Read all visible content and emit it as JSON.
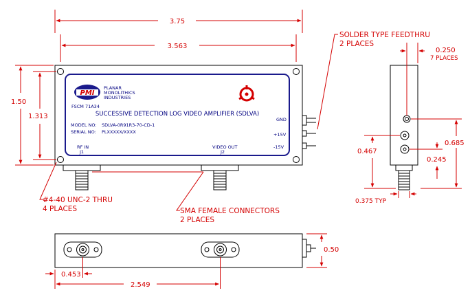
{
  "dimensions": {
    "overall_width": "3.75",
    "mounting_width": "3.563",
    "overall_height": "1.50",
    "mounting_height": "1.313",
    "feedthru_spacing": "0.250",
    "feedthru_spacing_places": "7 PLACES",
    "side_height_a": "0.685",
    "side_height_b": "0.467",
    "side_height_c": "0.245",
    "side_depth": "0.375 TYP",
    "bottom_height": "0.50",
    "j1_offset": "0.453",
    "j2_offset": "2.549"
  },
  "notes": {
    "feedthru_line1": "SOLDER TYPE FEEDTHRU",
    "feedthru_line2": "2 PLACES",
    "thru_line1": "#4-40 UNC-2 THRU",
    "thru_line2": "4 PLACES",
    "sma_line1": "SMA FEMALE CONNECTORS",
    "sma_line2": "2 PLACES"
  },
  "label": {
    "logo_text": "PMI",
    "company_line1": "PLANAR",
    "company_line2": "MONOLITHICS",
    "company_line3": "INDUSTRIES",
    "fscm": "FSCM 71A34",
    "product_title": "SUCCESSIVE DETECTION LOG VIDEO AMPLIFIER (SDLVA)",
    "model_label": "MODEL NO:",
    "model_value": "SDLVA-0R91R3-70-CD-1",
    "serial_label": "SERIAL NO:",
    "serial_value": "PLXXXXX/XXXX",
    "gnd": "GND",
    "plus15": "+15V",
    "minus15": "-15V",
    "rf_in": "RF IN",
    "j1": "J1",
    "video_out": "VIDEO OUT",
    "j2": "J2"
  },
  "colors": {
    "dimension": "#d40000",
    "label_ink": "#000080",
    "logo_fill": "#1a1a8c",
    "esd_symbol": "#d40000",
    "outline": "#000000"
  }
}
